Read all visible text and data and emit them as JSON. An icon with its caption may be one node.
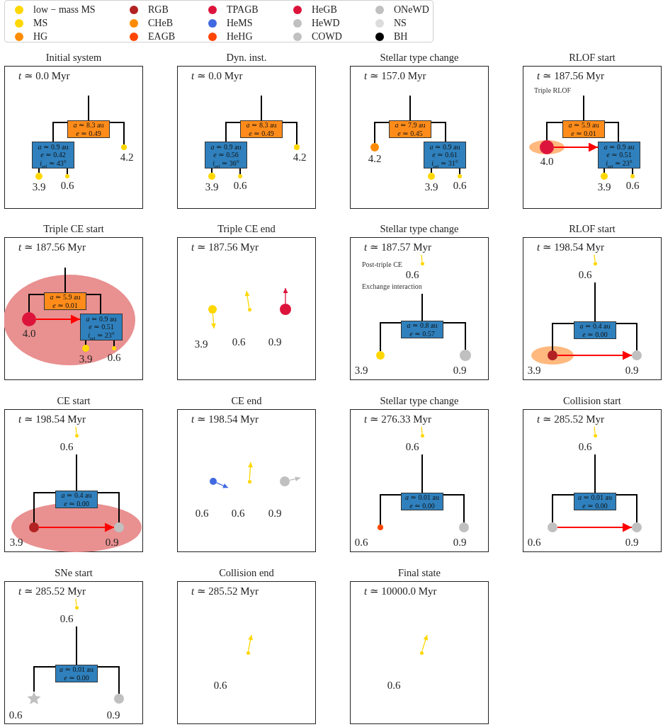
{
  "diagram": {
    "nodes": [
      {
        "text": [
          "Initial system",
          "*t* ≃ 0.0 Myr"
        ]
      },
      {
        "text": [
          "*a* ≃ 8.3 au",
          "*e* ≃ 0.49"
        ],
        "in": 0
      },
      {
        "text": [
          "*a* ≃ 0.9 au",
          "*e* ≃ 0.42",
          "*i*$_{rel}$ ≃ 43°"
        ],
        "in": 0
      },
      {
        "text": [],
        "shape": "circle",
        "beside": [
          "3.9"
        ],
        "in": 0
      },
      {
        "text": [],
        "shape": "circle",
        "beside": [
          "0.6"
        ],
        "in": 0
      },
      {
        "text": [],
        "shape": "circle",
        "beside": [
          "4.2"
        ],
        "in": 0
      },
      {
        "text": [
          "Dyn. inst.",
          "*t* ≃ 0.0 Myr"
        ]
      },
      {
        "text": [
          "*a* ≃ 8.3 au",
          "*e* ≃ 0.49"
        ],
        "in": 6
      },
      {
        "text": [
          "*a* ≃ 0.9 au",
          "*e* ≃ 0.56",
          "*i*$_{rel}$ ≃ 36°"
        ],
        "in": 6
      },
      {
        "text": [],
        "shape": "circle",
        "beside": [
          "3.9"
        ],
        "in": 6
      },
      {
        "text": [],
        "shape": "circle",
        "beside": [
          "0.6"
        ],
        "in": 6
      },
      {
        "text": [],
        "shape": "circle",
        "beside": [
          "4.2"
        ],
        "in": 6
      },
      {
        "text": [
          "Stellar type change",
          "*t* ≃ 157.0 Myr"
        ]
      },
      {
        "text": [
          "*a* ≃ 7.9 au",
          "*e* ≃ 0.45"
        ],
        "in": 12
      },
      {
        "text": [],
        "shape": "circle",
        "beside": [
          "4.2"
        ],
        "in": 12
      },
      {
        "text": [
          "*a* ≃ 0.9 au",
          "*e* ≃ 0.61",
          "*i*$_{rel}$ ≃ 31°"
        ],
        "in": 12
      },
      {
        "text": [],
        "shape": "circle",
        "beside": [
          "3.9"
        ],
        "in": 12
      },
      {
        "text": [],
        "shape": "circle",
        "beside": [
          "0.6"
        ],
        "in": 12
      },
      {
        "text": [
          "RLOF start",
          "*t* ≃ 187.56 Myr"
        ]
      },
      {
        "text": [
          "*a* ≃ 5.9 au",
          "*e* ≃ 0.01"
        ],
        "in": 18
      },
      {
        "text": [],
        "shape": "circle",
        "beside": [
          "4.0"
        ],
        "in": 18
      },
      {
        "text": [
          "*a* ≃ 0.9 au",
          "*e* ≃ 0.51",
          "*i*$_{rel}$ ≃ 23°"
        ],
        "in": 18
      },
      {
        "text": [],
        "shape": "circle",
        "beside": [
          "3.9"
        ],
        "in": 18
      },
      {
        "text": [],
        "shape": "circle",
        "beside": [
          "0.6"
        ],
        "in": 18
      },
      {
        "text": [
          "Triple CE start",
          "*t* ≃ 187.56 Myr"
        ]
      },
      {
        "text": [
          "*a* ≃ 5.9 au",
          "*e* ≃ 0.01"
        ],
        "in": 24
      },
      {
        "text": [],
        "shape": "circle",
        "beside": [
          "4.0"
        ],
        "in": 24
      },
      {
        "text": [
          "*a* ≃ 0.9 au",
          "*e* ≃ 0.51",
          "*i*$_{rel}$ ≃ 23°"
        ],
        "in": 24
      },
      {
        "text": [],
        "shape": "circle",
        "beside": [
          "3.9"
        ],
        "in": 24
      },
      {
        "text": [],
        "shape": "circle",
        "beside": [
          "0.6"
        ],
        "in": 24
      },
      {
        "text": [
          "Triple CE end",
          "*t* ≃ 187.56 Myr"
        ]
      },
      {
        "text": [],
        "shape": "circle",
        "beside": [
          "3.9"
        ],
        "in": 30
      },
      {
        "text": [],
        "shape": "circle",
        "beside": [
          "0.6"
        ],
        "in": 30
      },
      {
        "text": [],
        "shape": "circle",
        "beside": [
          "0.9"
        ],
        "in": 30
      },
      {
        "text": [
          "Stellar type change",
          "*t* ≃ 187.57 Myr"
        ]
      },
      {
        "text": [],
        "shape": "circle",
        "beside": [
          "0.6"
        ],
        "in": 34
      },
      {
        "text": [
          "*a* ≃ 0.8 au",
          "*e* ≃ 0.57"
        ],
        "in": 34
      },
      {
        "text": [],
        "shape": "circle",
        "beside": [
          "3.9"
        ],
        "in": 34
      },
      {
        "text": [],
        "shape": "circle",
        "beside": [
          "0.9"
        ],
        "in": 34
      },
      {
        "text": [
          "RLOF start",
          "*t* ≃ 198.54 Myr"
        ]
      },
      {
        "text": [],
        "shape": "circle",
        "beside": [
          "0.6"
        ],
        "in": 39
      },
      {
        "text": [
          "*a* ≃ 0.4 au",
          "*e* ≃ 0.00"
        ],
        "in": 39
      },
      {
        "text": [],
        "shape": "circle",
        "beside": [
          "3.9"
        ],
        "in": 39
      },
      {
        "text": [],
        "shape": "circle",
        "beside": [
          "0.9"
        ],
        "in": 39
      },
      {
        "text": [
          "CE start",
          "*t* ≃ 198.54 Myr"
        ]
      },
      {
        "text": [],
        "shape": "circle",
        "beside": [
          "0.6"
        ],
        "in": 44
      },
      {
        "text": [
          "*a* ≃ 0.4 au",
          "*e* ≃ 0.00"
        ],
        "in": 44
      },
      {
        "text": [],
        "shape": "circle",
        "beside": [
          "3.9"
        ],
        "in": 44
      },
      {
        "text": [],
        "shape": "circle",
        "beside": [
          "0.9"
        ],
        "in": 44
      },
      {
        "text": [
          "CE end",
          "*t* ≃ 198.54 Myr"
        ]
      },
      {
        "text": [],
        "shape": "circle",
        "beside": [
          "0.6"
        ],
        "in": 49
      },
      {
        "text": [],
        "shape": "circle",
        "beside": [
          "0.6"
        ],
        "in": 49
      },
      {
        "text": [],
        "shape": "circle",
        "beside": [
          "0.9"
        ],
        "in": 49
      },
      {
        "text": [
          "Stellar type change",
          "*t* ≃ 276.33 Myr"
        ]
      },
      {
        "text": [],
        "shape": "circle",
        "beside": [
          "0.6"
        ],
        "in": 53
      },
      {
        "text": [
          "*a* ≃ 0.01 au",
          "*e* ≃ 0.00"
        ],
        "in": 53
      },
      {
        "text": [],
        "shape": "circle",
        "beside": [
          "0.6"
        ],
        "in": 53
      },
      {
        "text": [],
        "shape": "circle",
        "beside": [
          "0.9"
        ],
        "in": 53
      },
      {
        "text": [
          "Collision start",
          "*t* ≃ 285.52 Myr"
        ]
      },
      {
        "text": [],
        "shape": "circle",
        "beside": [
          "0.6"
        ],
        "in": 58
      },
      {
        "text": [
          "*a* ≃ 0.01 au",
          "*e* ≃ 0.00"
        ],
        "in": 58
      },
      {
        "text": [],
        "shape": "circle",
        "beside": [
          "0.6"
        ],
        "in": 58
      },
      {
        "text": [],
        "shape": "circle",
        "beside": [
          "0.9"
        ],
        "in": 58
      },
      {
        "text": [
          "SNe start",
          "*t* ≃ 285.52 Myr"
        ]
      },
      {
        "text": [],
        "shape": "circle",
        "beside": [
          "0.6"
        ],
        "in": 63
      },
      {
        "text": [
          "*a* ≃ 0.01 au",
          "*e* ≃ 0.00"
        ],
        "in": 63
      },
      {
        "text": [],
        "shape": "star",
        "beside": [
          "0.6"
        ],
        "in": 63
      },
      {
        "text": [],
        "shape": "circle",
        "beside": [
          "0.9"
        ],
        "in": 63
      },
      {
        "text": [
          "Collision end",
          "*t* ≃ 285.52 Myr"
        ]
      },
      {
        "text": [],
        "shape": "circle",
        "beside": [
          "0.6"
        ],
        "in": 68
      },
      {
        "text": [
          "Final state",
          "*t* ≃ 10000.0 Myr"
        ]
      },
      {
        "text": [],
        "shape": "circle",
        "beside": [
          "0.6"
        ],
        "in": 70
      }
    ],
    "edges": [
      {
        "from": null,
        "to": 1,
        "arrow": "none"
      },
      {
        "from": 1,
        "to": 2,
        "arrow": "none"
      },
      {
        "from": 1,
        "to": 5,
        "arrow": "none"
      },
      {
        "from": 2,
        "to": 3,
        "arrow": "none"
      },
      {
        "from": 2,
        "to": 4,
        "arrow": "none"
      },
      {
        "from": null,
        "to": 7,
        "arrow": "none"
      },
      {
        "from": 7,
        "to": 8,
        "arrow": "none"
      },
      {
        "from": 7,
        "to": 11,
        "arrow": "none"
      },
      {
        "from": 8,
        "to": 9,
        "arrow": "none"
      },
      {
        "from": 8,
        "to": 10,
        "arrow": "none"
      },
      {
        "from": null,
        "to": 13,
        "arrow": "none"
      },
      {
        "from": 13,
        "to": 14,
        "arrow": "none"
      },
      {
        "from": 13,
        "to": 15,
        "arrow": "none"
      },
      {
        "from": 15,
        "to": 16,
        "arrow": "none"
      },
      {
        "from": 15,
        "to": 17,
        "arrow": "none"
      },
      {
        "from": null,
        "to": 19,
        "arrow": "none"
      },
      {
        "from": 19,
        "to": 20,
        "arrow": "none"
      },
      {
        "from": 19,
        "to": 21,
        "arrow": "none"
      },
      {
        "from": 21,
        "to": 22,
        "arrow": "none"
      },
      {
        "from": 21,
        "to": 23,
        "arrow": "none"
      },
      {
        "from": 20,
        "to": 21,
        "arrow": "to",
        "color": "#ff0000"
      },
      {
        "from": null,
        "to": 25,
        "arrow": "none"
      },
      {
        "from": 25,
        "to": 26,
        "arrow": "none"
      },
      {
        "from": 25,
        "to": 27,
        "arrow": "none"
      },
      {
        "from": 27,
        "to": 28,
        "arrow": "none"
      },
      {
        "from": 27,
        "to": 29,
        "arrow": "none"
      },
      {
        "from": 26,
        "to": 27,
        "arrow": "to",
        "color": "#ff0000"
      },
      {
        "from": 31,
        "to": null,
        "arrow": "to",
        "color": "#ffd700"
      },
      {
        "from": 32,
        "to": null,
        "arrow": "to",
        "color": "#ffd700"
      },
      {
        "from": 33,
        "to": null,
        "arrow": "to",
        "color": "#dc143c"
      },
      {
        "from": null,
        "to": 35,
        "arrow": "none",
        "color": "#ffd700"
      },
      {
        "from": 35,
        "to": 36,
        "arrow": "none"
      },
      {
        "from": 36,
        "to": 37,
        "arrow": "none"
      },
      {
        "from": 36,
        "to": 38,
        "arrow": "none"
      },
      {
        "from": null,
        "to": 40,
        "arrow": "none",
        "color": "#ffd700"
      },
      {
        "from": 40,
        "to": 41,
        "arrow": "none"
      },
      {
        "from": 41,
        "to": 42,
        "arrow": "none"
      },
      {
        "from": 41,
        "to": 43,
        "arrow": "none"
      },
      {
        "from": 42,
        "to": 43,
        "arrow": "to",
        "color": "#ff0000"
      },
      {
        "from": null,
        "to": 45,
        "arrow": "none",
        "color": "#ffd700"
      },
      {
        "from": 45,
        "to": 46,
        "arrow": "none"
      },
      {
        "from": 46,
        "to": 47,
        "arrow": "none"
      },
      {
        "from": 46,
        "to": 48,
        "arrow": "none"
      },
      {
        "from": 47,
        "to": 48,
        "arrow": "to",
        "color": "#ff0000"
      },
      {
        "from": 50,
        "to": null,
        "arrow": "to",
        "color": "#4169e1"
      },
      {
        "from": 51,
        "to": null,
        "arrow": "to",
        "color": "#ffd700"
      },
      {
        "from": 52,
        "to": null,
        "arrow": "to",
        "color": "#c0c0c0"
      },
      {
        "from": null,
        "to": 54,
        "arrow": "none",
        "color": "#ffd700"
      },
      {
        "from": 54,
        "to": 55,
        "arrow": "none"
      },
      {
        "from": 55,
        "to": 56,
        "arrow": "none"
      },
      {
        "from": 55,
        "to": 57,
        "arrow": "none"
      },
      {
        "from": null,
        "to": 59,
        "arrow": "none",
        "color": "#ffd700"
      },
      {
        "from": 59,
        "to": 60,
        "arrow": "none"
      },
      {
        "from": 60,
        "to": 61,
        "arrow": "none"
      },
      {
        "from": 60,
        "to": 62,
        "arrow": "none"
      },
      {
        "from": 61,
        "to": 62,
        "arrow": "to",
        "color": "#ff0000"
      },
      {
        "from": null,
        "to": 64,
        "arrow": "none",
        "color": "#ffd700"
      },
      {
        "from": 64,
        "to": 65,
        "arrow": "none"
      },
      {
        "from": 65,
        "to": 66,
        "arrow": "none"
      },
      {
        "from": 65,
        "to": 67,
        "arrow": "none"
      },
      {
        "from": 69,
        "to": null,
        "arrow": "to",
        "color": "#ffd700"
      },
      {
        "from": 71,
        "to": null,
        "arrow": "to",
        "color": "#ffd700"
      }
    ],
    "labels": [
      "Triple RLOF",
      "Post-triple CE",
      "Exchange interaction"
    ],
    "legend": [
      {
        "text": "low − mass MS",
        "color": "#ffd700"
      },
      {
        "text": "RGB",
        "color": "#b22222"
      },
      {
        "text": "TPAGB",
        "color": "#dc143c"
      },
      {
        "text": "HeGB",
        "color": "#dc143c"
      },
      {
        "text": "ONeWD",
        "color": "#c0c0c0"
      },
      {
        "text": "MS",
        "color": "#ffd700"
      },
      {
        "text": "CHeB",
        "color": "#ff8c00"
      },
      {
        "text": "HeMS",
        "color": "#4169e1"
      },
      {
        "text": "HeWD",
        "color": "#c0c0c0"
      },
      {
        "text": "NS",
        "color": "#dcdcdc"
      },
      {
        "text": "HG",
        "color": "#ff8c00"
      },
      {
        "text": "EAGB",
        "color": "#ff4500"
      },
      {
        "text": "HeHG",
        "color": "#ff4500"
      },
      {
        "text": "COWD",
        "color": "#c0c0c0"
      },
      {
        "text": "BH",
        "color": "#000000"
      }
    ]
  }
}
